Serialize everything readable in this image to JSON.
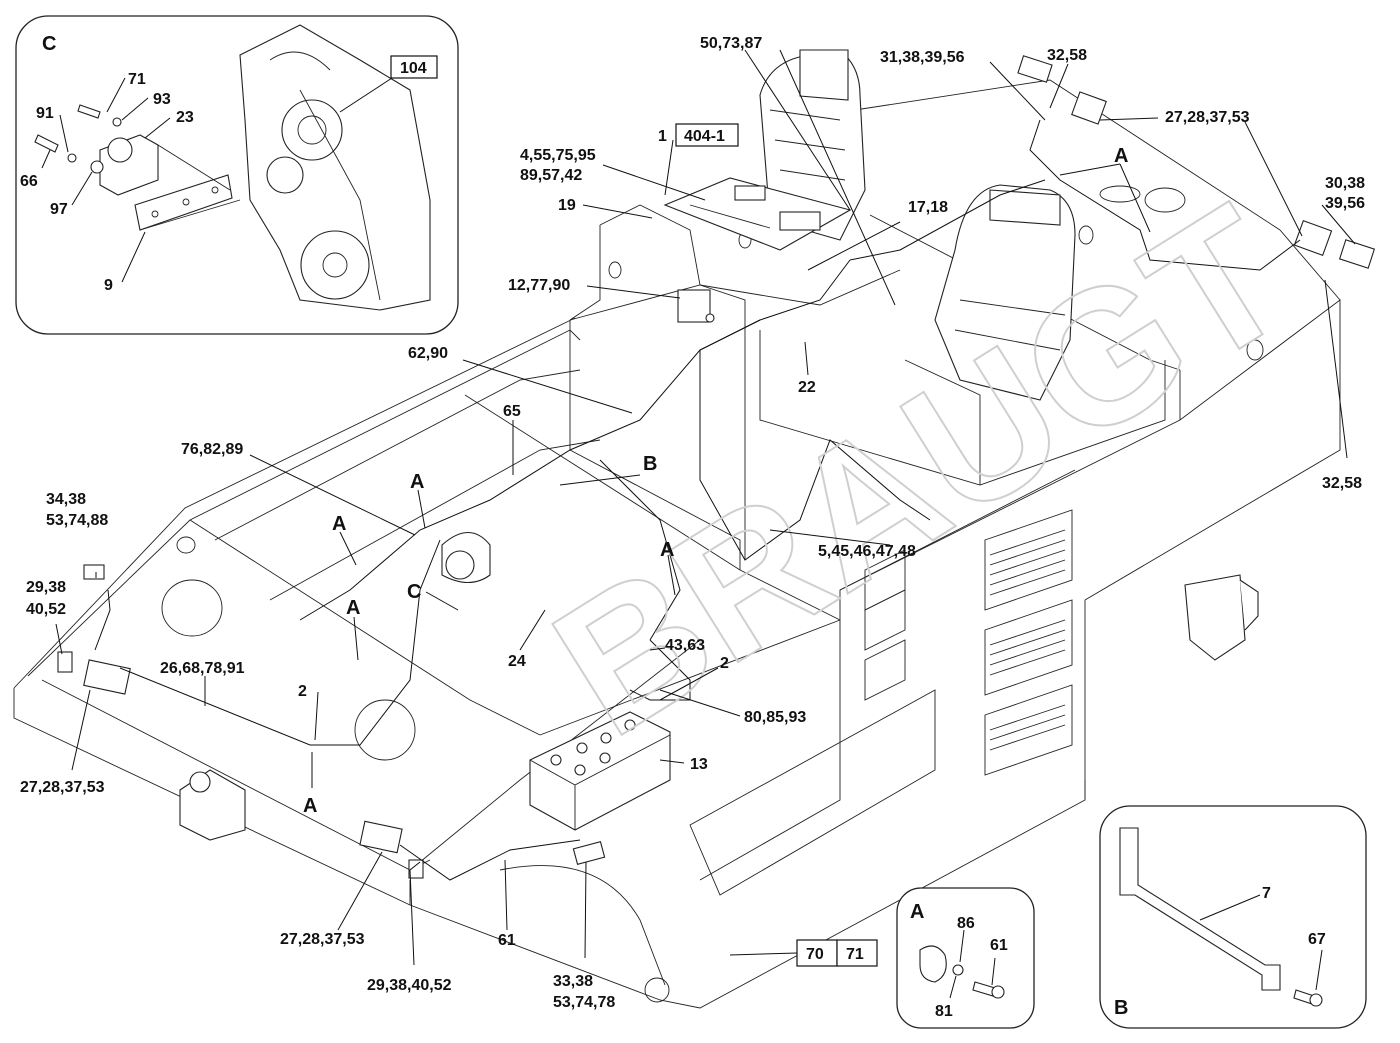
{
  "detail_panels": [
    {
      "id": "C",
      "title": "C"
    },
    {
      "id": "A",
      "title": "A"
    },
    {
      "id": "B",
      "title": "B"
    }
  ],
  "ref_boxes": {
    "box_104": "104",
    "box_404_1": "404-1",
    "box_70": "70",
    "box_71": "71"
  },
  "labels": {
    "l_50_73_87": "50,73,87",
    "l_31_38_39_56": "31,38,39,56",
    "l_32_58_top": "32,58",
    "l_27_28_37_53_tr": "27,28,37,53",
    "l_1": "1",
    "l_4_55_75_95": "4,55,75,95",
    "l_89_57_42": "89,57,42",
    "l_A_top": "A",
    "l_30_38": "30,38",
    "l_39_56": "39,56",
    "l_19": "19",
    "l_17_18": "17,18",
    "l_12_77_90": "12,77,90",
    "l_62_90": "62,90",
    "l_22": "22",
    "l_65": "65",
    "l_76_82_89": "76,82,89",
    "l_B_main": "B",
    "l_32_58_right": "32,58",
    "l_A_left1": "A",
    "l_A_left2": "A",
    "l_A_mid": "A",
    "l_A_bottom": "A",
    "l_A_right": "A",
    "l_C_main": "C",
    "l_5_45": "5,45,46,47,48",
    "l_34_38": "34,38",
    "l_53_74_88": "53,74,88",
    "l_29_38": "29,38",
    "l_40_52": "40,52",
    "l_26_68": "26,68,78,91",
    "l_24": "24",
    "l_43_63": "43,63",
    "l_2_mid": "2",
    "l_2_left": "2",
    "l_80_85_93": "80,85,93",
    "l_13": "13",
    "l_27_28_37_53_left": "27,28,37,53",
    "l_27_28_37_53_bottom": "27,28,37,53",
    "l_29_38_40_52": "29,38,40,52",
    "l_61_main": "61",
    "l_33_38": "33,38",
    "l_53_74_78": "53,74,78",
    "c_71": "71",
    "c_93": "93",
    "c_91": "91",
    "c_23": "23",
    "c_66": "66",
    "c_97": "97",
    "c_9": "9",
    "a_86": "86",
    "a_61": "61",
    "a_81": "81",
    "b_7": "7",
    "b_67": "67"
  }
}
